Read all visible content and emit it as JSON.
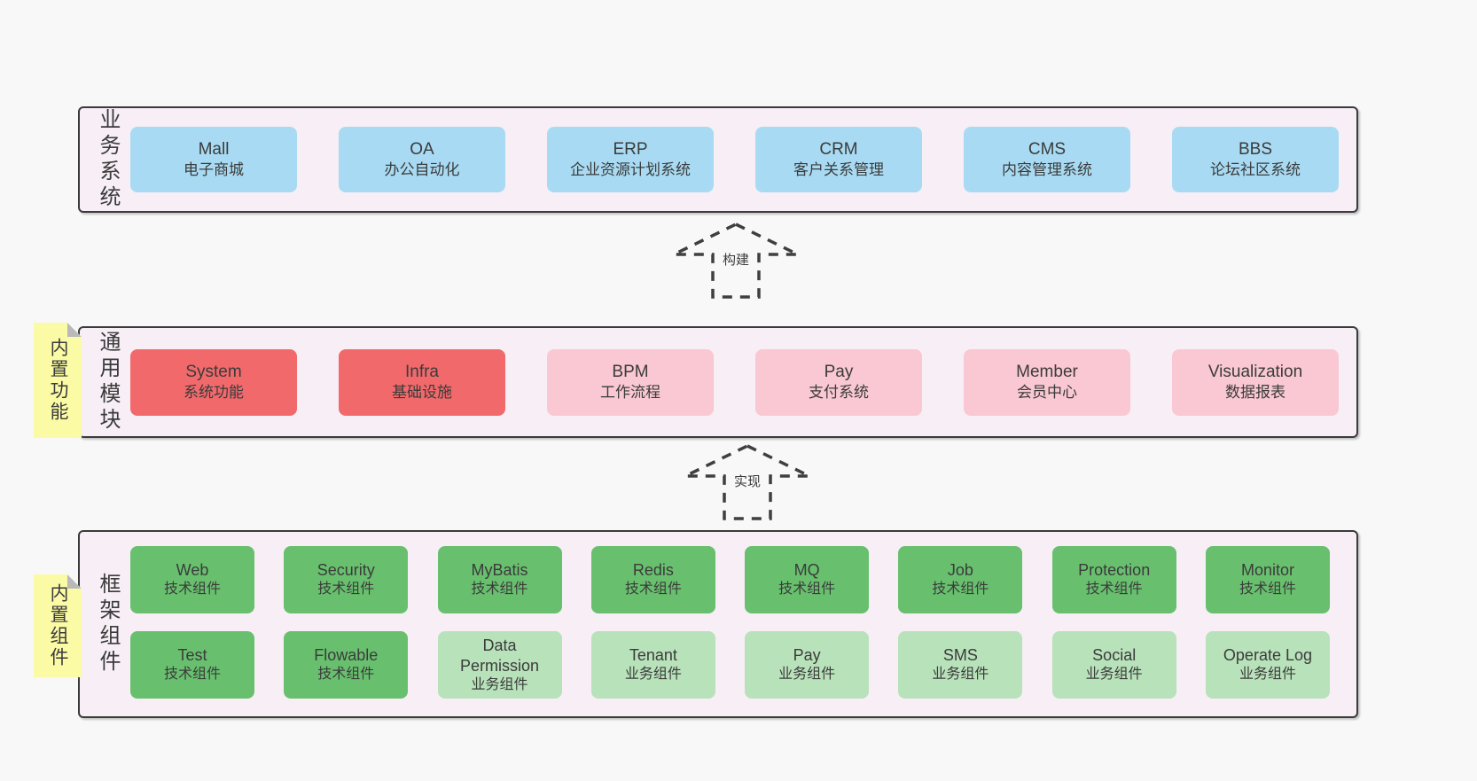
{
  "colors": {
    "page_bg": "#f8f8f8",
    "panel_bg": "#f7eef6",
    "panel_border": "#3b3b3b",
    "text": "#3b3b3b",
    "arrow": "#3f3f3f",
    "blue": "#a8dbf3",
    "red": "#f2696b",
    "pink": "#f9c8d2",
    "green": "#68c06e",
    "light_green": "#b8e2ba",
    "sticky_yellow": "#fbfba6",
    "sticky_fold": "#b9b9b9"
  },
  "arrows": [
    {
      "label": "构建"
    },
    {
      "label": "实现"
    }
  ],
  "layers": {
    "business": {
      "label": "业务系统",
      "boxes": [
        {
          "name": "Mall",
          "desc": "电子商城",
          "color": "blue"
        },
        {
          "name": "OA",
          "desc": "办公自动化",
          "color": "blue"
        },
        {
          "name": "ERP",
          "desc": "企业资源计划系统",
          "color": "blue"
        },
        {
          "name": "CRM",
          "desc": "客户关系管理",
          "color": "blue"
        },
        {
          "name": "CMS",
          "desc": "内容管理系统",
          "color": "blue"
        },
        {
          "name": "BBS",
          "desc": "论坛社区系统",
          "color": "blue"
        }
      ]
    },
    "common": {
      "label": "通用模块",
      "sticky_label": "内置功能",
      "boxes": [
        {
          "name": "System",
          "desc": "系统功能",
          "color": "red"
        },
        {
          "name": "Infra",
          "desc": "基础设施",
          "color": "red"
        },
        {
          "name": "BPM",
          "desc": "工作流程",
          "color": "pink"
        },
        {
          "name": "Pay",
          "desc": "支付系统",
          "color": "pink"
        },
        {
          "name": "Member",
          "desc": "会员中心",
          "color": "pink"
        },
        {
          "name": "Visualization",
          "desc": "数据报表",
          "color": "pink"
        }
      ]
    },
    "framework": {
      "label": "框架组件",
      "sticky_label": "内置组件",
      "rows": [
        [
          {
            "name": "Web",
            "desc": "技术组件",
            "color": "green"
          },
          {
            "name": "Security",
            "desc": "技术组件",
            "color": "green"
          },
          {
            "name": "MyBatis",
            "desc": "技术组件",
            "color": "green"
          },
          {
            "name": "Redis",
            "desc": "技术组件",
            "color": "green"
          },
          {
            "name": "MQ",
            "desc": "技术组件",
            "color": "green"
          },
          {
            "name": "Job",
            "desc": "技术组件",
            "color": "green"
          },
          {
            "name": "Protection",
            "desc": "技术组件",
            "color": "green"
          },
          {
            "name": "Monitor",
            "desc": "技术组件",
            "color": "green"
          }
        ],
        [
          {
            "name": "Test",
            "desc": "技术组件",
            "color": "green"
          },
          {
            "name": "Flowable",
            "desc": "技术组件",
            "color": "green"
          },
          {
            "name": "Data Permission",
            "desc": "业务组件",
            "color": "light_green"
          },
          {
            "name": "Tenant",
            "desc": "业务组件",
            "color": "light_green"
          },
          {
            "name": "Pay",
            "desc": "业务组件",
            "color": "light_green"
          },
          {
            "name": "SMS",
            "desc": "业务组件",
            "color": "light_green"
          },
          {
            "name": "Social",
            "desc": "业务组件",
            "color": "light_green"
          },
          {
            "name": "Operate Log",
            "desc": "业务组件",
            "color": "light_green"
          }
        ]
      ]
    }
  }
}
